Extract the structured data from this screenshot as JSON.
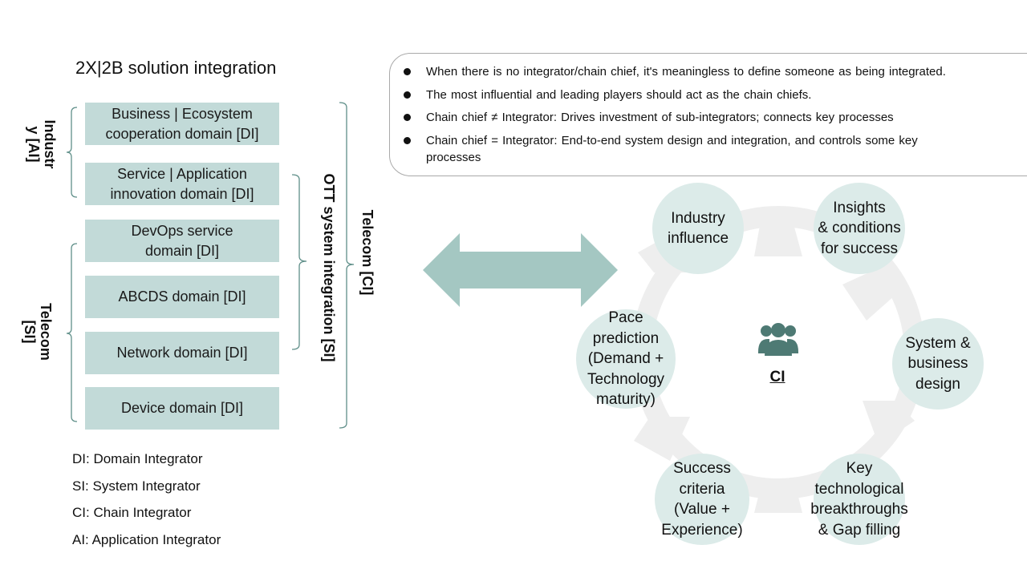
{
  "title": "2X|2B solution integration",
  "domains": [
    "Business | Ecosystem\ncooperation domain [DI]",
    "Service | Application\ninnovation domain [DI]",
    "DevOps service\ndomain  [DI]",
    "ABCDS domain  [DI]",
    "Network domain  [DI]",
    "Device domain  [DI]"
  ],
  "left_labels": {
    "industry_ai": "Industr\ny [AI]",
    "telecom_si": "Telecom\n[SI]"
  },
  "right_labels": {
    "ott_si": "OTT system integration [SI]",
    "telecom_ci": "Telecom [CI]"
  },
  "legend": [
    "DI: Domain Integrator",
    "SI: System Integrator",
    "CI: Chain Integrator",
    "AI: Application Integrator"
  ],
  "notes": [
    "When there  is no integrator/chain  chief, it's meaningless  to define someone  as being integrated.",
    "The most influential  and leading  players  should  act as the chain chiefs.",
    "Chain chief ≠ Integrator:  Drives investment  of sub-integrators;  connects key processes",
    "Chain chief = Integrator:  End-to-end  system design and integration,  and controls some key\nprocesses"
  ],
  "cycle": {
    "center": "CI",
    "center_icon": "person-group-icon",
    "nodes": [
      "Industry\ninfluence",
      "Insights\n& conditions\nfor success",
      "System &\nbusiness\ndesign",
      "Key\ntechnological\nbreakthroughs\n& Gap filling",
      "Success\ncriteria\n(Value +\nExperience)",
      "Pace\nprediction\n(Demand  +\nTechnology\nmaturity)"
    ]
  },
  "colors": {
    "domain_fill": "#c2dad8",
    "arrow_fill": "#a4c7c2",
    "circle_fill": "#dcebe9",
    "ring_fill": "#eeeeee",
    "bracket_stroke": "#5f8f89",
    "icon_fill": "#4e7a74"
  }
}
